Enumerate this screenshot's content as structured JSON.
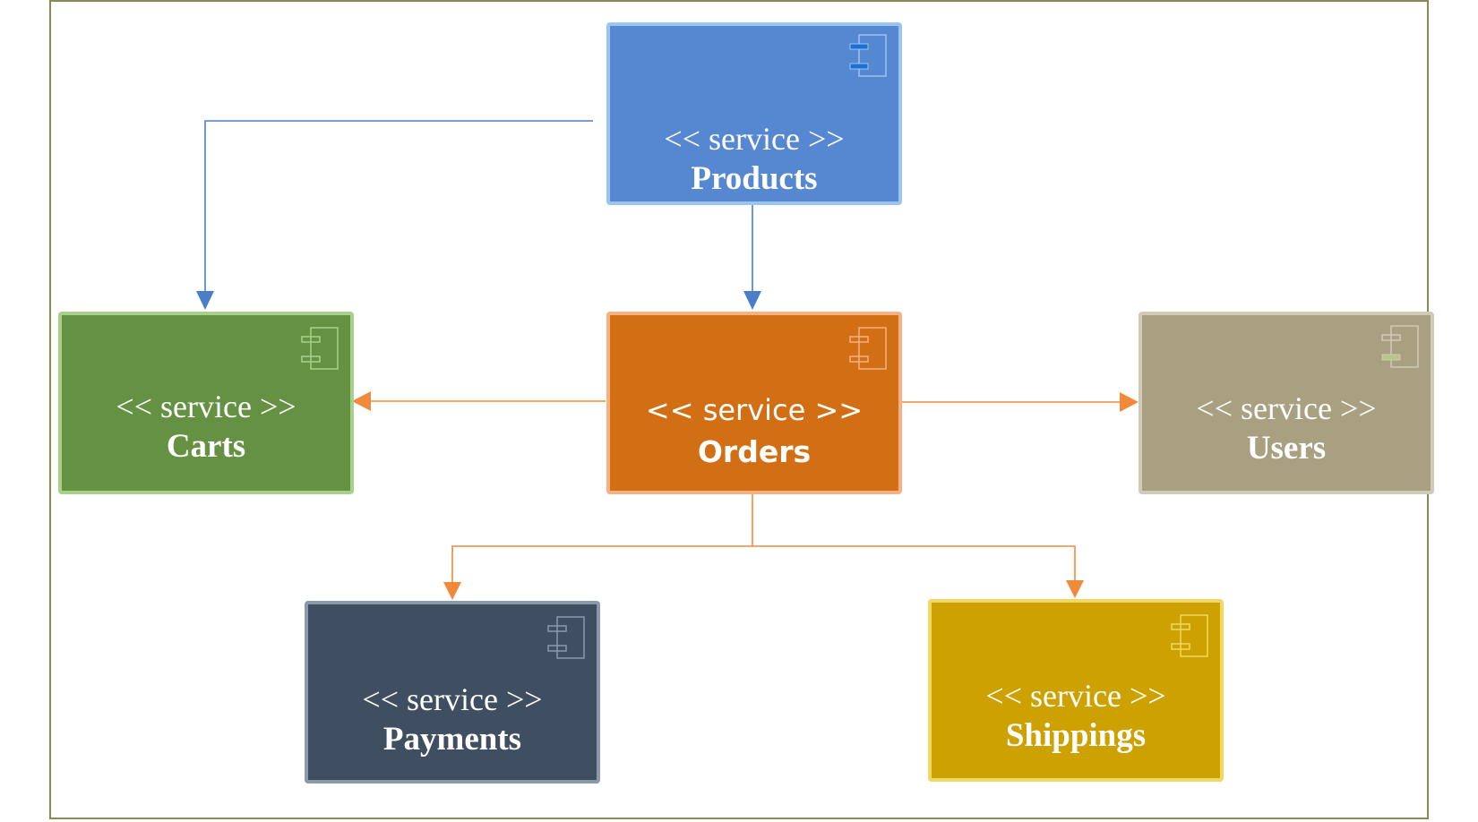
{
  "diagram": {
    "nodes": [
      {
        "id": "products",
        "stereotype": "<< service >>",
        "name": "Products",
        "fill": "#5588d1",
        "border": "#9dc3f0",
        "icon": "component-icon"
      },
      {
        "id": "carts",
        "stereotype": "<< service >>",
        "name": "Carts",
        "fill": "#659142",
        "border": "#a8d08a",
        "icon": "component-icon"
      },
      {
        "id": "orders",
        "stereotype": "<< service >>",
        "name": "Orders",
        "fill": "#d26e14",
        "border": "#f3b184",
        "icon": "component-icon"
      },
      {
        "id": "users",
        "stereotype": "<< service >>",
        "name": "Users",
        "fill": "#a8a080",
        "border": "#cfcbb6",
        "icon": "component-icon"
      },
      {
        "id": "payments",
        "stereotype": "<< service >>",
        "name": "Payments",
        "fill": "#404e62",
        "border": "#8c99ab",
        "icon": "component-icon"
      },
      {
        "id": "shippings",
        "stereotype": "<< service >>",
        "name": "Shippings",
        "fill": "#cda200",
        "border": "#f0d865",
        "icon": "component-icon"
      }
    ],
    "edges": [
      {
        "from": "products",
        "to": "carts",
        "color": "#4a7fc8"
      },
      {
        "from": "products",
        "to": "orders",
        "color": "#4a7fc8"
      },
      {
        "from": "orders",
        "to": "carts",
        "color": "#f08a3a"
      },
      {
        "from": "orders",
        "to": "users",
        "color": "#f08a3a"
      },
      {
        "from": "orders",
        "to": "payments",
        "color": "#f08a3a"
      },
      {
        "from": "orders",
        "to": "shippings",
        "color": "#f08a3a"
      }
    ],
    "frame_border": "#8a8a52"
  }
}
